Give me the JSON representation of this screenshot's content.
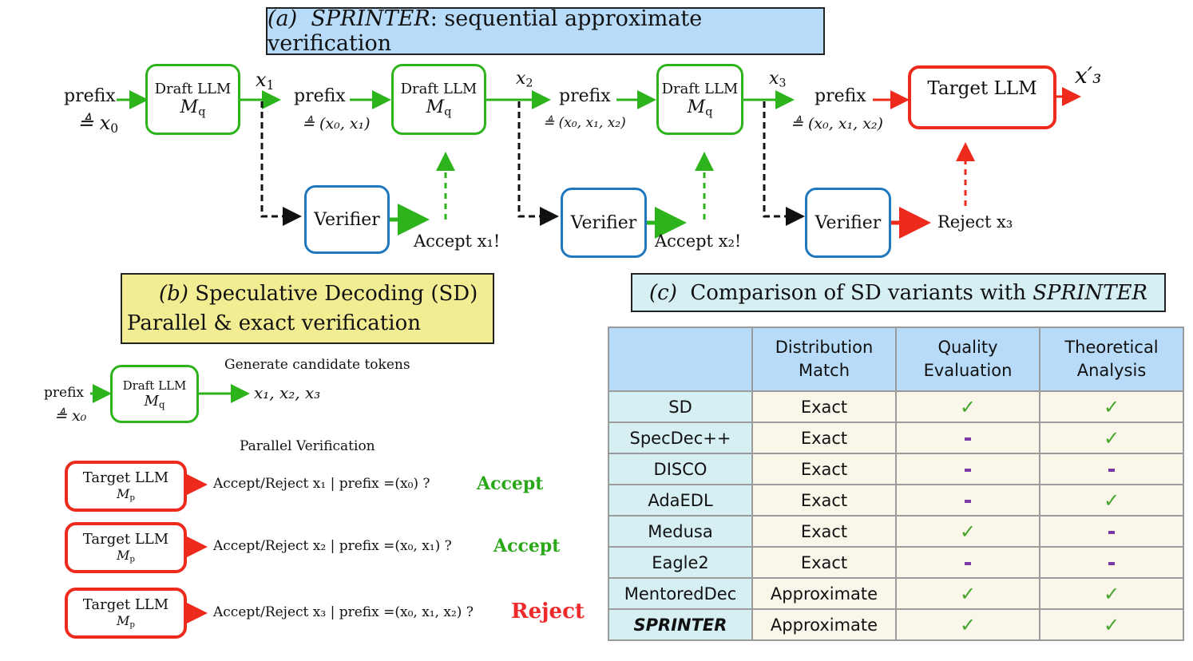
{
  "panel_a": {
    "title_prefix": "(a)",
    "title_name": "SPRINTER",
    "title_rest": ": sequential approximate verification",
    "start_prefix": "prefix",
    "start_def": "≜ x",
    "start_def_sub": "0",
    "draft_nodes": [
      {
        "label": "Draft LLM",
        "model": "M",
        "model_sub": "q",
        "output": "x",
        "output_sub": "1"
      },
      {
        "label": "Draft LLM",
        "model": "M",
        "model_sub": "q",
        "output": "x",
        "output_sub": "2"
      },
      {
        "label": "Draft LLM",
        "model": "M",
        "model_sub": "q",
        "output": "x",
        "output_sub": "3"
      }
    ],
    "prefixes": [
      {
        "label": "prefix",
        "def": "≜ (x₀, x₁)"
      },
      {
        "label": "prefix",
        "def": "≜ (x₀, x₁, x₂)"
      },
      {
        "label": "prefix",
        "def": "≜ (x₀, x₁, x₂)"
      }
    ],
    "verifiers": [
      {
        "label": "Verifier",
        "result": "Accept x₁!"
      },
      {
        "label": "Verifier",
        "result": "Accept x₂!"
      },
      {
        "label": "Verifier",
        "result": "Reject x₃"
      }
    ],
    "target": {
      "label": "Target LLM",
      "output": "x′₃"
    }
  },
  "panel_b": {
    "title_prefix": "(b)",
    "title_line1": "Speculative Decoding (SD)",
    "title_line2": "Parallel & exact verification",
    "prefix": "prefix",
    "prefix_def": "≜ x₀",
    "draft": {
      "label": "Draft LLM",
      "model": "M",
      "model_sub": "q"
    },
    "generate_label": "Generate candidate tokens",
    "candidates": "x₁, x₂, x₃",
    "parallel_label": "Parallel Verification",
    "checks": [
      {
        "node_label": "Target LLM",
        "model": "M",
        "model_sub": "p",
        "question": "Accept/Reject x₁ | prefix =(x₀) ?",
        "verdict": "Accept",
        "status": "accept"
      },
      {
        "node_label": "Target LLM",
        "model": "M",
        "model_sub": "p",
        "question": "Accept/Reject x₂ | prefix =(x₀, x₁) ?",
        "verdict": "Accept",
        "status": "accept"
      },
      {
        "node_label": "Target LLM",
        "model": "M",
        "model_sub": "p",
        "question": "Accept/Reject x₃ | prefix =(x₀, x₁, x₂) ?",
        "verdict": "Reject",
        "status": "reject"
      }
    ]
  },
  "panel_c": {
    "title_prefix": "(c)",
    "title_text": "Comparison of SD variants with",
    "title_name": "SPRINTER",
    "headers": [
      "",
      "Distribution Match",
      "Quality Evaluation",
      "Theoretical Analysis"
    ],
    "header_lines": [
      [
        "",
        ""
      ],
      [
        "Distribution",
        "Match"
      ],
      [
        "Quality",
        "Evaluation"
      ],
      [
        "Theoretical",
        "Analysis"
      ]
    ],
    "rows": [
      {
        "method": "SD",
        "distribution": "Exact",
        "quality": true,
        "theory": true
      },
      {
        "method": "SpecDec++",
        "distribution": "Exact",
        "quality": false,
        "theory": true
      },
      {
        "method": "DISCO",
        "distribution": "Exact",
        "quality": false,
        "theory": false
      },
      {
        "method": "AdaEDL",
        "distribution": "Exact",
        "quality": false,
        "theory": true
      },
      {
        "method": "Medusa",
        "distribution": "Exact",
        "quality": true,
        "theory": false
      },
      {
        "method": "Eagle2",
        "distribution": "Exact",
        "quality": false,
        "theory": false
      },
      {
        "method": "MentoredDec",
        "distribution": "Approximate",
        "quality": true,
        "theory": true
      },
      {
        "method": "SPRINTER",
        "distribution": "Approximate",
        "quality": true,
        "theory": true,
        "highlight": true
      }
    ],
    "check_symbol": "✓",
    "colors": {
      "check": "#44a52c",
      "dash": "#7b3ba6"
    }
  },
  "colors": {
    "draft": "#2db31c",
    "verifier": "#1f78be",
    "target": "#ee2a1c",
    "title_a_bg": "#b7dbf8",
    "title_b_bg": "#f2ec93",
    "title_c_bg": "#d6eff3"
  }
}
